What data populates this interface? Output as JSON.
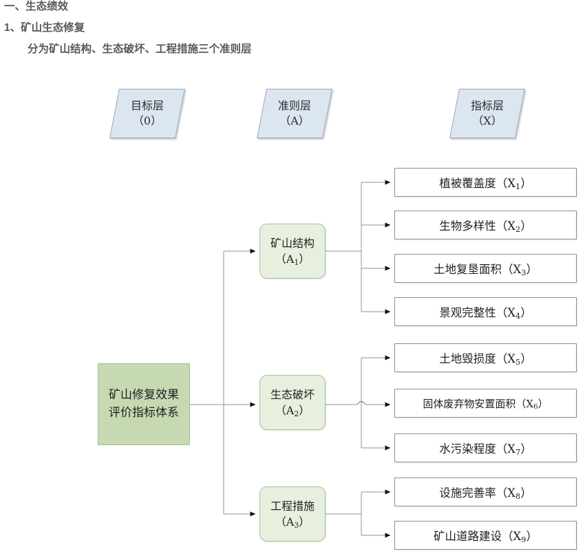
{
  "header": {
    "line1": "一、生态绩效",
    "line2": "1、矿山生态修复",
    "line3": "分为矿山结构、生态破坏、工程措施三个准则层"
  },
  "colors": {
    "layer_header_fill": "#dce6f1",
    "layer_header_stroke": "#9aa7b5",
    "goal_fill": "#c6d9b2",
    "goal_stroke": "#a8bd93",
    "criteria_fill": "#e7f0df",
    "criteria_stroke": "#a9c092",
    "indicator_fill": "#ffffff",
    "indicator_stroke": "#8f8f8f",
    "connector_stroke": "#808080",
    "header_text": "#595959"
  },
  "diagram": {
    "layer_headers": [
      {
        "name": "目标层",
        "code": "（0）"
      },
      {
        "name": "准则层",
        "code": "（A）"
      },
      {
        "name": "指标层",
        "code": "（X）"
      }
    ],
    "goal": {
      "label": "矿山修复效果评价指标体系"
    },
    "criteria": [
      {
        "name": "矿山结构",
        "code_prefix": "（A",
        "code_sub": "1",
        "code_suffix": "）"
      },
      {
        "name": "生态破坏",
        "code_prefix": "（A",
        "code_sub": "2",
        "code_suffix": "）"
      },
      {
        "name": "工程措施",
        "code_prefix": "（A",
        "code_sub": "3",
        "code_suffix": "）"
      }
    ],
    "indicators": [
      {
        "name": "植被覆盖度",
        "code_prefix": "（X",
        "code_sub": "1",
        "code_suffix": "）",
        "parent": "A1"
      },
      {
        "name": "生物多样性",
        "code_prefix": "（X",
        "code_sub": "2",
        "code_suffix": "）",
        "parent": "A1"
      },
      {
        "name": "土地复垦面积",
        "code_prefix": "（X",
        "code_sub": "3",
        "code_suffix": "）",
        "parent": "A1"
      },
      {
        "name": "景观完整性",
        "code_prefix": "（X",
        "code_sub": "4",
        "code_suffix": "）",
        "parent": "A1"
      },
      {
        "name": "土地毁损度",
        "code_prefix": "（X",
        "code_sub": "5",
        "code_suffix": "）",
        "parent": "A2"
      },
      {
        "name": "固体废弃物安置面积",
        "code_prefix": "（X",
        "code_sub": "6",
        "code_suffix": "）",
        "parent": "A2"
      },
      {
        "name": "水污染程度",
        "code_prefix": "（X",
        "code_sub": "7",
        "code_suffix": "）",
        "parent": "A2"
      },
      {
        "name": "设施完善率",
        "code_prefix": "（X",
        "code_sub": "8",
        "code_suffix": "）",
        "parent": "A3"
      },
      {
        "name": "矿山道路建设",
        "code_prefix": "（X",
        "code_sub": "9",
        "code_suffix": "）",
        "parent": "A3"
      }
    ]
  }
}
